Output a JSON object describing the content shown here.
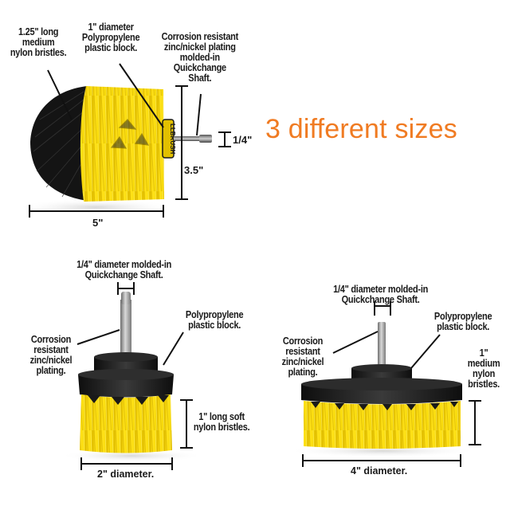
{
  "headline": "3 different sizes",
  "colors": {
    "headline": "#f07b22",
    "bristle_yellow": "#f5d80a",
    "bristle_black": "#141414",
    "block_black": "#1e1e1e",
    "annotation_text": "#1a1a1a"
  },
  "brush_large": {
    "name": "drill brush (large)",
    "logo_text": "LLBRUSH",
    "labels": {
      "bristles": [
        "1.25\" long",
        "medium",
        "nylon bristles."
      ],
      "block": [
        "1\" diameter",
        "Polypropylene",
        "plastic block."
      ],
      "shaft": [
        "Corrosion resistant",
        "zinc/nickel plating",
        "molded-in",
        "Quickchange",
        "Shaft."
      ]
    },
    "dimensions": {
      "shaft": "1/4\"",
      "height": "3.5\"",
      "width": "5\""
    }
  },
  "brush_small": {
    "name": "flat brush (2 inch)",
    "labels": {
      "shaft_top": [
        "1/4\" diameter molded-in",
        "Quickchange Shaft."
      ],
      "plating": [
        "Corrosion",
        "resistant",
        "zinc/nickel",
        "plating."
      ],
      "block": [
        "Polypropylene",
        "plastic block."
      ],
      "bristles": [
        "1\" long soft",
        "nylon bristles."
      ]
    },
    "dimensions": {
      "diameter": "2\" diameter."
    }
  },
  "brush_medium": {
    "name": "flat brush (4 inch)",
    "labels": {
      "shaft_top": [
        "1/4\" diameter molded-in",
        "Quickchange Shaft."
      ],
      "plating": [
        "Corrosion",
        "resistant",
        "zinc/nickel",
        "plating."
      ],
      "block": [
        "Polypropylene",
        "plastic block."
      ],
      "bristles": [
        "1\"",
        "medium",
        "nylon",
        "bristles."
      ]
    },
    "dimensions": {
      "diameter": "4\" diameter."
    }
  }
}
